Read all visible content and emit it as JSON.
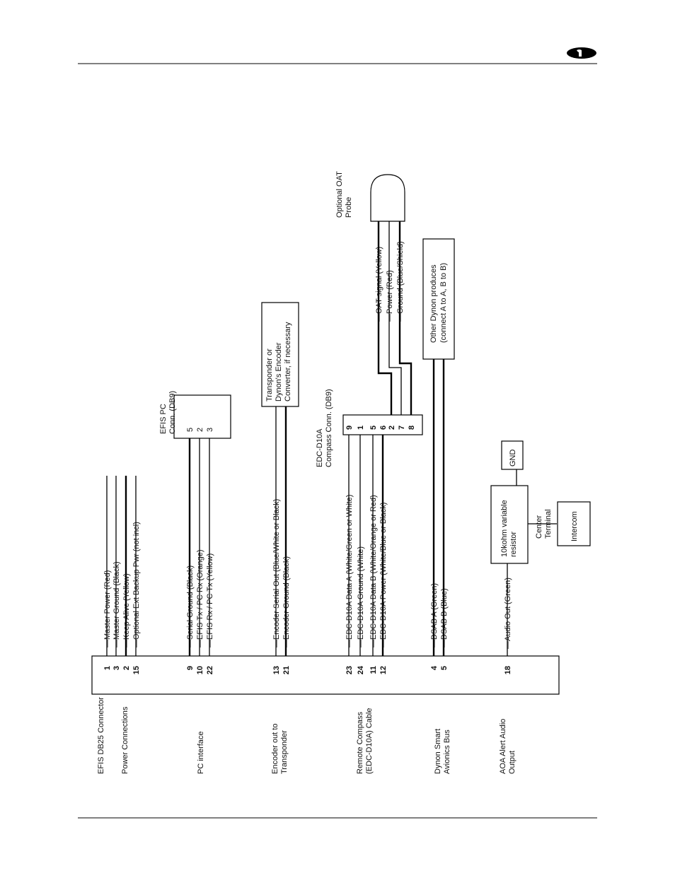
{
  "header": {
    "logo": "dynon-logo-icon"
  },
  "db25": {
    "title": "EFIS DB25 Connector",
    "groups": [
      {
        "label": "Power Connections",
        "pins": [
          {
            "pin": "1",
            "label": "Master Power (Red)"
          },
          {
            "pin": "3",
            "label": "Master Ground (Black)"
          },
          {
            "pin": "2",
            "label": "Keep Alive (Yellow)"
          },
          {
            "pin": "15",
            "label": "Optional Ext Backup Pwr (not incl)"
          }
        ]
      },
      {
        "label": "PC interface",
        "pins": [
          {
            "pin": "9",
            "label": "Serial Ground (Black)"
          },
          {
            "pin": "10",
            "label": "EFIS Tx / PC Rx (Orange)"
          },
          {
            "pin": "22",
            "label": "EFIS Rx / PC Tx (Yellow)"
          }
        ]
      },
      {
        "label": "Encoder out to Transponder",
        "pins": [
          {
            "pin": "13",
            "label": "Encoder Serial Out (Blue/White or Black)"
          },
          {
            "pin": "21",
            "label": "Encoder Ground (Black)"
          }
        ]
      },
      {
        "label": "Remote Compass (EDC-D10A) Cable",
        "pins": [
          {
            "pin": "23",
            "label": "EDC-D10A Data A (White/Green or White)"
          },
          {
            "pin": "24",
            "label": "EDC-D10A Ground (White)"
          },
          {
            "pin": "11",
            "label": "EDC-D10A Data B (White/Orange or Red)"
          },
          {
            "pin": "12",
            "label": "EDC-D10A Power (White/Blue or Black)"
          }
        ]
      },
      {
        "label": "Dynon Smart Avionics Bus",
        "pins": [
          {
            "pin": "4",
            "label": "DSAB A (Green)"
          },
          {
            "pin": "5",
            "label": "DSAB B (Blue)"
          }
        ]
      },
      {
        "label": "AOA Alert Audio Output",
        "pins": [
          {
            "pin": "18",
            "label": "Audio Out (Green)"
          }
        ]
      }
    ]
  },
  "pc_conn": {
    "title": "EFIS PC Conn. (DB9)",
    "pins": [
      "5",
      "2",
      "3"
    ]
  },
  "transponder": {
    "label": "Transponder or Dynon's Encoder Converter, if necessary"
  },
  "compass_conn": {
    "title": "EDC-D10A Compass Conn. (DB9)",
    "pins": [
      "9",
      "1",
      "5",
      "6",
      "2",
      "7",
      "8"
    ]
  },
  "oat": {
    "title": "Optional OAT Probe",
    "wires": [
      "OAT signal (Yellow)",
      "Power (Red)",
      "Ground (Blue/Shield)"
    ]
  },
  "dynon_products": {
    "label": "Other Dynon produces (connect A to A, B to B)"
  },
  "audio": {
    "resistor": "10kohm variable resistor",
    "gnd": "GND",
    "center": "Center Terminal",
    "intercom": "Intercom"
  }
}
